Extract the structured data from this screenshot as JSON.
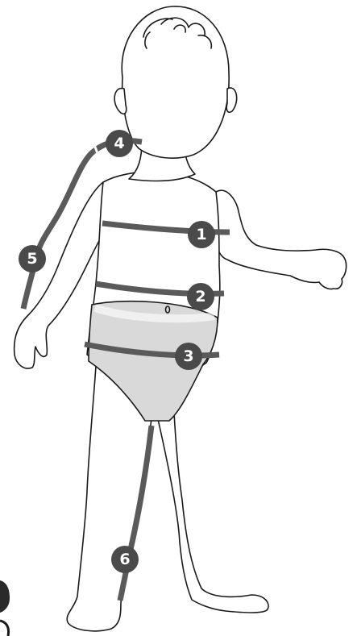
{
  "colors": {
    "measure_line": "#5a5a5a",
    "marker_fill": "#4a4a4a",
    "marker_text": "#ffffff",
    "diaper_fill": "#d9d9d9",
    "outline": "#1a1a1a"
  },
  "markers": [
    {
      "label": "1",
      "name": "chest"
    },
    {
      "label": "2",
      "name": "waist"
    },
    {
      "label": "3",
      "name": "hip"
    },
    {
      "label": "4",
      "name": "shoulder"
    },
    {
      "label": "5",
      "name": "arm-length"
    },
    {
      "label": "6",
      "name": "inside-leg"
    }
  ]
}
